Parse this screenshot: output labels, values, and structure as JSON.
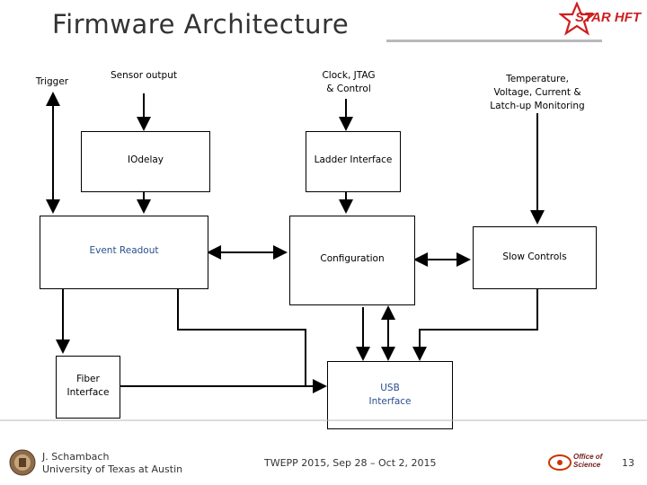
{
  "slide": {
    "title": "Firmware Architecture",
    "logo_text": "STAR HFT"
  },
  "labels": {
    "trigger": "Trigger",
    "sensor_output": "Sensor output",
    "clock_jtag": "Clock, JTAG\n& Control",
    "temperature": "Temperature,\nVoltage, Current &\nLatch-up Monitoring"
  },
  "blocks": {
    "iodelay": "IOdelay",
    "ladder_interface": "Ladder Interface",
    "event_readout": "Event Readout",
    "configuration": "Configuration",
    "slow_controls": "Slow Controls",
    "fiber_interface": "Fiber\nInterface",
    "usb_interface": "USB\nInterface"
  },
  "footer": {
    "author": "J. Schambach",
    "affiliation": "University of Texas at Austin",
    "conference": "TWEPP 2015, Sep 28 – Oct 2, 2015",
    "office_logo_text": "Office of\nScience",
    "page_number": "13"
  },
  "colors": {
    "title": "#333333",
    "star_red": "#cc1f1f",
    "label_blue": "#2b4f8e",
    "rule_gray": "#b9b9b9"
  }
}
